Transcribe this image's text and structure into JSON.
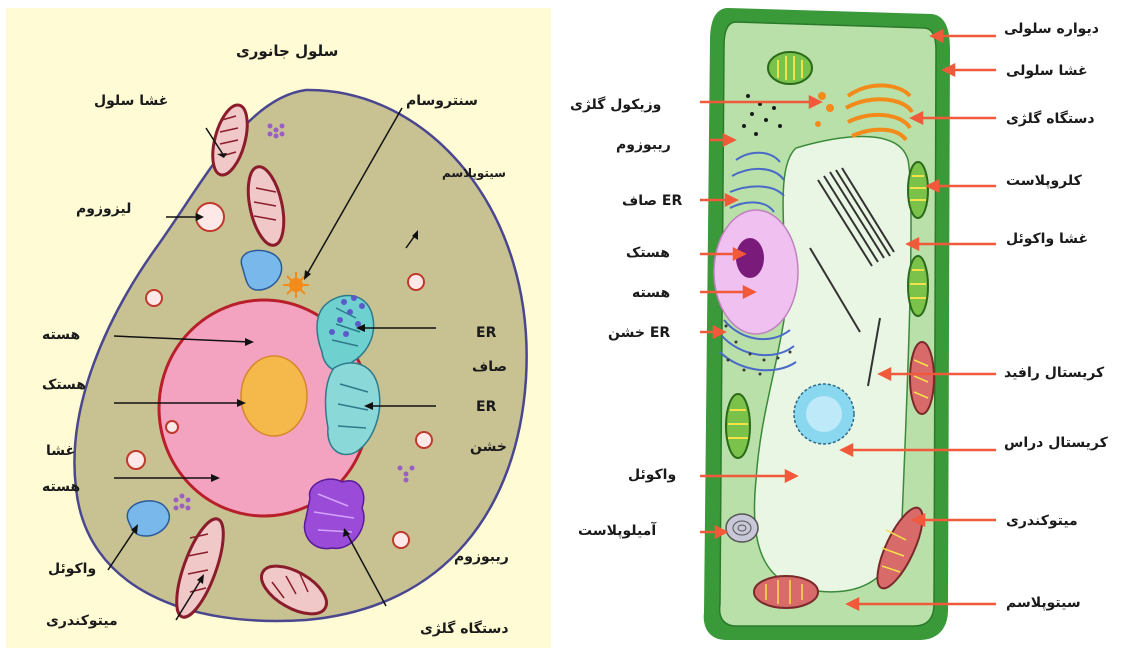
{
  "animal_cell": {
    "title": "سلول جانوری",
    "labels": {
      "cell_membrane": "غشا سلول",
      "lysosome": "لیزوزوم",
      "centrosome": "سنتروسام",
      "cytoplasm": "سیتوپلاسم",
      "nucleus": "هسته",
      "nucleolus": "هستک",
      "nuclear_envelope_1": "غشا",
      "nuclear_envelope_2": "هسته",
      "smooth_er_1": "ER",
      "smooth_er_2": "صاف",
      "rough_er_1": "ER",
      "rough_er_2": "خشن",
      "vacuole": "واکوئل",
      "ribosome": "ریبوزوم",
      "mitochondria": "میتوکندری",
      "golgi": "دستگاه گلژی"
    },
    "colors": {
      "background": "#fffbd4",
      "cytoplasm": "#c8c293",
      "nucleus": "#f3a3c0",
      "nucleolus": "#f5b84a"
    }
  },
  "plant_cell": {
    "labels": {
      "cell_wall": "دیواره سلولی",
      "cell_membrane": "غشا سلولی",
      "golgi_vesicle": "وزیکول گلژی",
      "golgi": "دستگاه گلژی",
      "ribosome": "ریبوزوم",
      "chloroplast": "کلروپلاست",
      "smooth_er": "ER صاف",
      "tonoplast": "غشا واکوئل",
      "nucleolus": "هستک",
      "nucleus": "هسته",
      "rough_er": "ER خشن",
      "raphide_crystal": "کریستال رافید",
      "druse_crystal": "کریستال دراس",
      "vacuole": "واکوئل",
      "amyloplast": "آمیلوپلاست",
      "mitochondria": "میتوکندری",
      "cytoplasm": "سیتوپلاسم"
    },
    "colors": {
      "cell_wall": "#3a9a3a",
      "cytoplasm": "#b8e0a8",
      "vacuole": "#eaf6e4",
      "arrow": "#f05a3a"
    }
  }
}
